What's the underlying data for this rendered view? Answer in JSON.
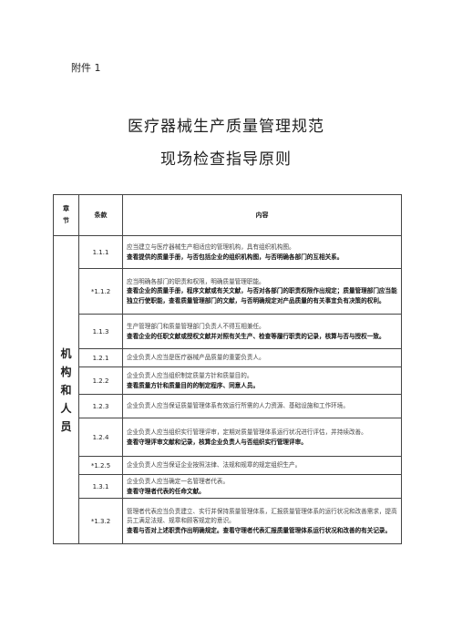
{
  "attachment": "附件 1",
  "title_line1": "医疗器械生产质量管理规范",
  "title_line2": "现场检查指导原则",
  "table": {
    "headers": {
      "chapter": "章节",
      "clause": "条款",
      "content": "内容"
    },
    "chapter_name": "机构和人员",
    "rows": [
      {
        "clause": "1.1.1",
        "req": "应当建立与医疗器械生产相适应的管理机构，具有组织机构图。",
        "check": "查看提供的质量手册，与否包括企业的组织机构图，与否明确各部门的互相关系。"
      },
      {
        "clause": "*1.1.2",
        "req": "应当明确各部门的职责和权限，明确质量管理职能。",
        "check": "查看企业的质量手册，程序文献或有关文献，与否对各部门的职责权限作出规定；质量管理部门应当能独立行使职能，查看质量管理部门的文献，与否明确规定对产品质量的有关事宜负有决策的权利。"
      },
      {
        "clause": "1.1.3",
        "req": "生产管理部门和质量管理部门负责人不得互相兼任。",
        "check": "查看企业的任职文献或授权文献并对照有关生产、检查等履行职责的记录，核算与否与授权一致。"
      },
      {
        "clause": "1.2.1",
        "req": "企业负责人应当是医疗器械产品质量的重要负责人。",
        "check": ""
      },
      {
        "clause": "1.2.2",
        "req": "企业负责人应当组织制定质量方针和质量目的。",
        "check": "查看质量方针和质量目的的制定程序、同意人员。"
      },
      {
        "clause": "1.2.3",
        "req": "企业负责人应当保证质量管理体系有效运行所需的人力资源、基础设施和工作环境。",
        "check": ""
      },
      {
        "clause": "1.2.4",
        "req": "企业负责人应当组织实行管理评审，定期对质量管理体系运行状况进行评估，并持续改善。",
        "check": "查看守理评审文献和记录，核算企业负责人与否组织实行管理评审。"
      },
      {
        "clause": "*1.2.5",
        "req": "企业负责人应当保证企业按照法律、法规和规章的规定组织生产。",
        "check": ""
      },
      {
        "clause": "1.3.1",
        "req": "企业负责人应当确定一名管理者代表。",
        "check": "查看守理者代表的任命文献。"
      },
      {
        "clause": "*1.3.2",
        "req": "管理者代表应当负责建立、实行并保持质量管理体系，汇报质量管理体系的运行状况和改善需求，提高员工满足法规、规章和顾客规定的意识。",
        "check": "查看与否对上述职责作出明确规定。查看守理者代表汇报质量管理体系运行状况和改善的有关记录。"
      }
    ]
  }
}
